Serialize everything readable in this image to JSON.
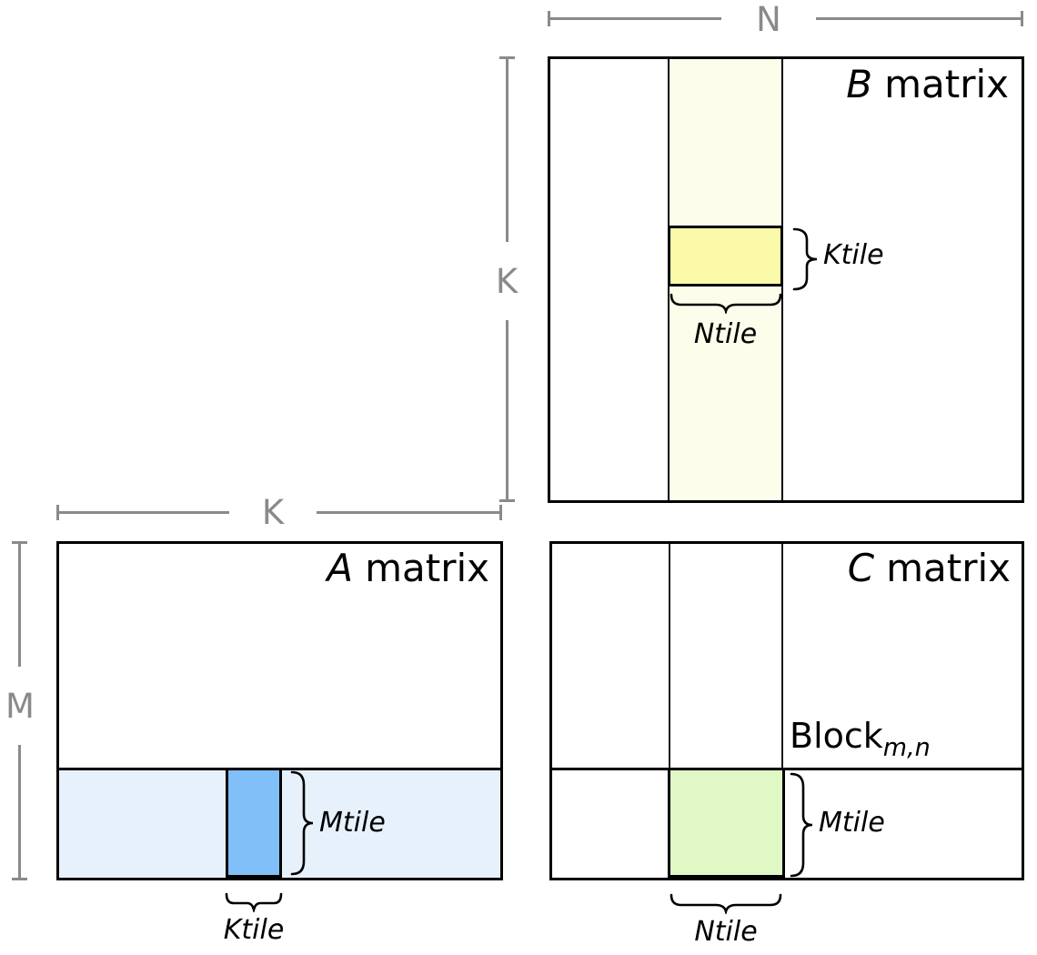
{
  "dimensions": {
    "n_label": "N",
    "k_beside_b_label": "K",
    "k_above_a_label": "K",
    "m_label": "M"
  },
  "matrix_b": {
    "title_var": "B",
    "title_word": "matrix",
    "ktile_label": "Ktile",
    "ntile_label": "Ntile"
  },
  "matrix_a": {
    "title_var": "A",
    "title_word": "matrix",
    "mtile_label": "Mtile",
    "ktile_label": "Ktile"
  },
  "matrix_c": {
    "title_var": "C",
    "title_word": "matrix",
    "block_label": "Block",
    "block_subscript": "m,n",
    "mtile_label": "Mtile",
    "ntile_label": "Ntile"
  },
  "colors": {
    "b_column_stripe": "#FDFDEC",
    "b_ktile_yellow": "#FAFAA9",
    "a_row_stripe": "#E7F1FC",
    "a_tile_blue": "#80BFF8",
    "c_tile_green": "#DFF8C6",
    "dimension_gray": "#8A8A8A",
    "border_black": "#000000"
  }
}
